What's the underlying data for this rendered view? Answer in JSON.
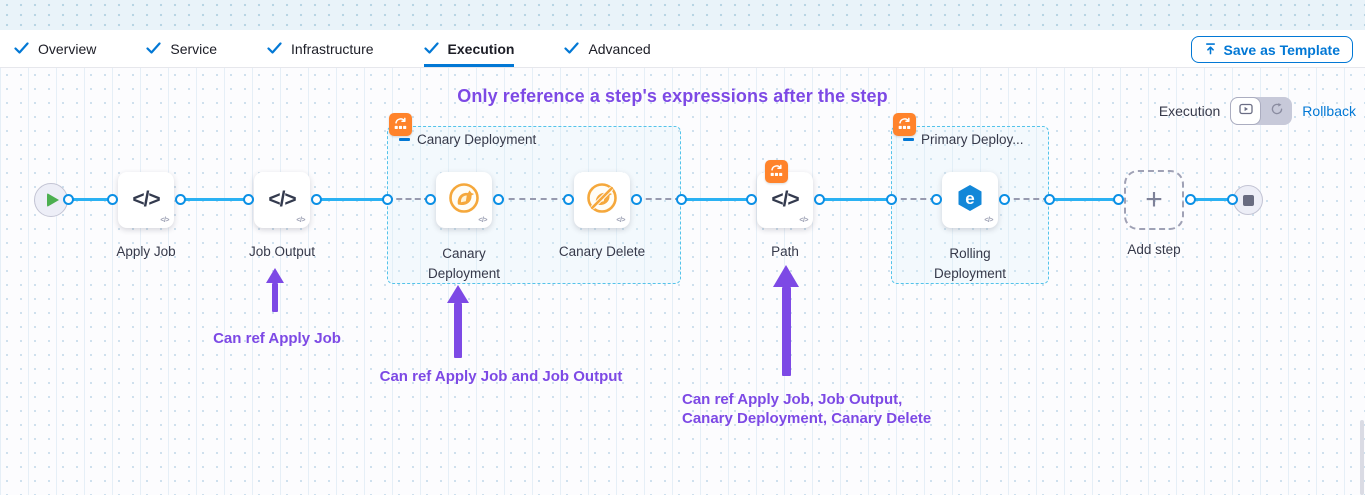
{
  "header": {
    "tabs": [
      {
        "label": "Overview"
      },
      {
        "label": "Service"
      },
      {
        "label": "Infrastructure"
      },
      {
        "label": "Execution"
      },
      {
        "label": "Advanced"
      }
    ],
    "active_tab": "Execution",
    "save_button": {
      "label": "Save as Template"
    }
  },
  "mode": {
    "execution_label": "Execution",
    "rollback_label": "Rollback"
  },
  "annotations": {
    "title": "Only reference a step's expressions after the step",
    "note1": "Can ref Apply Job",
    "note2": "Can ref Apply Job and Job Output",
    "note3_line1": "Can ref Apply Job, Job Output,",
    "note3_line2": "Canary Deployment, Canary Delete"
  },
  "pipeline": {
    "steps": {
      "apply_job": {
        "label": "Apply Job",
        "icon": "code-icon"
      },
      "job_output": {
        "label": "Job Output",
        "icon": "code-icon"
      },
      "canary_deployment": {
        "label": "Canary Deployment",
        "icon": "canary-icon"
      },
      "canary_delete": {
        "label": "Canary Delete",
        "icon": "canary-delete-icon"
      },
      "path": {
        "label": "Path",
        "icon": "code-icon",
        "badge": "rollback-steps-icon"
      },
      "rolling_deployment": {
        "label": "Rolling Deployment",
        "icon": "rolling-deployment-icon"
      }
    },
    "groups": {
      "canary": {
        "title": "Canary Deployment",
        "badge": "rollback-steps-icon"
      },
      "primary": {
        "title": "Primary Deploy...",
        "badge": "rollback-steps-icon"
      }
    },
    "add_step": {
      "label": "Add step"
    },
    "start": {
      "icon": "play-icon"
    },
    "end": {
      "icon": "stop-icon"
    }
  },
  "glyphs": {
    "code": "</>",
    "plus": "+"
  },
  "colors": {
    "accent_blue": "#0278D5",
    "connector_blue": "#2AB1F3",
    "annotation_purple": "#7D49E5",
    "badge_orange": "#FF832B",
    "canary_orange": "#F5A83C",
    "rolling_blue": "#1287D8",
    "group_border": "#54C3EA"
  }
}
